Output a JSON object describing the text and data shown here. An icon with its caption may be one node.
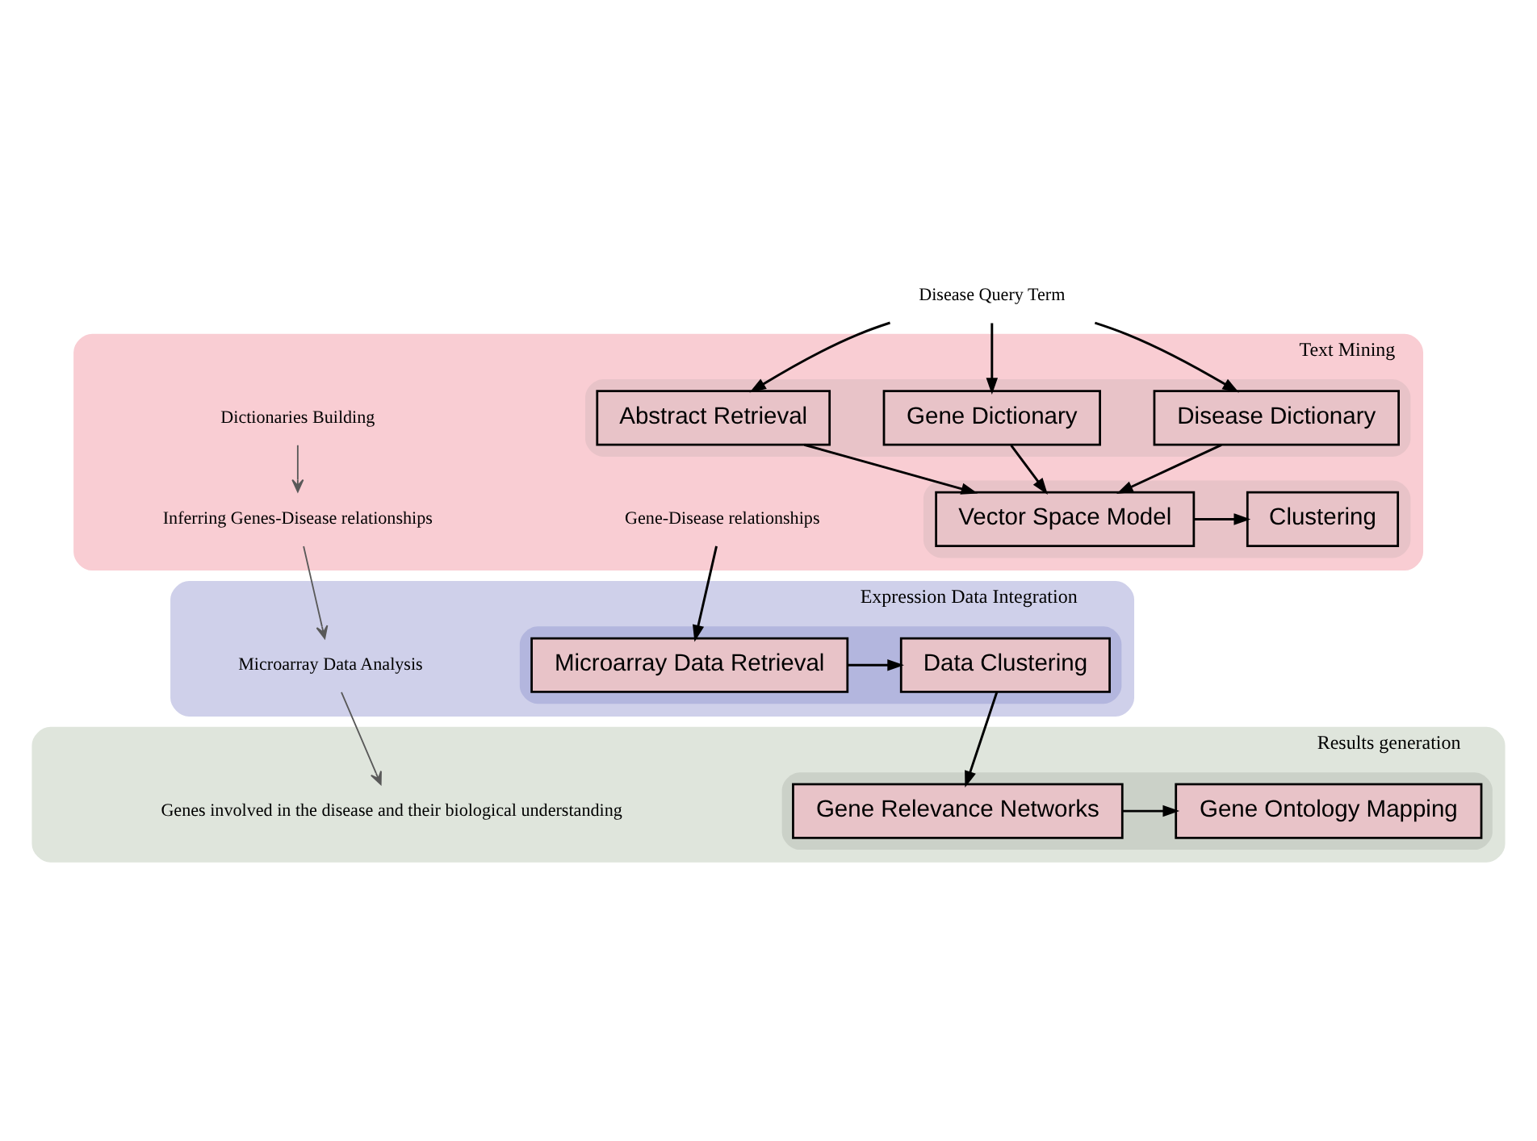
{
  "diagram": {
    "nodes": [
      {
        "text": [
          "Text Mining"
        ]
      },
      {
        "text": [],
        "shape": "box",
        "in": 0
      },
      {
        "text": [
          "Disease Dictionary"
        ],
        "in": 1
      },
      {
        "text": [
          "Gene Dictionary"
        ],
        "in": 1
      },
      {
        "text": [
          "Abstract Retrieval"
        ],
        "in": 1
      },
      {
        "text": [],
        "shape": "box",
        "in": 0
      },
      {
        "text": [
          "Vector Space Model"
        ],
        "in": 5
      },
      {
        "text": [
          "Clustering"
        ],
        "in": 5
      },
      {
        "text": [
          "Gene-Disease relationships"
        ],
        "in": 0
      },
      {
        "text": [
          "Dictionaries Building"
        ],
        "in": 0
      },
      {
        "text": [
          "Inferring Genes-Disease relationships"
        ],
        "in": 0
      },
      {
        "text": [
          "Expression Data Integration"
        ]
      },
      {
        "text": [],
        "shape": "box",
        "in": 11
      },
      {
        "text": [
          "Microarray Data Retrieval"
        ],
        "in": 12
      },
      {
        "text": [
          "Data Clustering"
        ],
        "in": 12
      },
      {
        "text": [
          "Microarray Data Analysis"
        ],
        "in": 11
      },
      {
        "text": [
          "Results generation"
        ]
      },
      {
        "text": [],
        "shape": "box",
        "in": 16
      },
      {
        "text": [
          "Gene Relevance Networks"
        ],
        "in": 17
      },
      {
        "text": [
          "Gene Ontology Mapping"
        ],
        "in": 17
      },
      {
        "text": [
          "Genes involved in the disease and their biological understanding"
        ],
        "in": 16
      },
      {
        "text": [
          "Disease Query Term"
        ]
      }
    ],
    "edges": [
      {
        "from": 21,
        "to": 2,
        "arrow": "to"
      },
      {
        "from": 21,
        "to": 3,
        "arrow": "to"
      },
      {
        "from": 21,
        "to": 4,
        "arrow": "to"
      },
      {
        "from": 2,
        "to": 6,
        "arrow": "to"
      },
      {
        "from": 3,
        "to": 6,
        "arrow": "to"
      },
      {
        "from": 4,
        "to": 6,
        "arrow": "to"
      },
      {
        "from": 6,
        "to": 7,
        "arrow": "to"
      },
      {
        "from": 8,
        "to": 13,
        "arrow": "to"
      },
      {
        "from": 13,
        "to": 14,
        "arrow": "to"
      },
      {
        "from": 14,
        "to": 18,
        "arrow": "to"
      },
      {
        "from": 18,
        "to": 19,
        "arrow": "to"
      },
      {
        "from": 9,
        "to": 10,
        "arrow": "to",
        "color": "#595959"
      },
      {
        "from": 10,
        "to": 15,
        "arrow": "to",
        "color": "#595959"
      },
      {
        "from": 15,
        "to": 20,
        "arrow": "to",
        "color": "#595959"
      }
    ]
  }
}
